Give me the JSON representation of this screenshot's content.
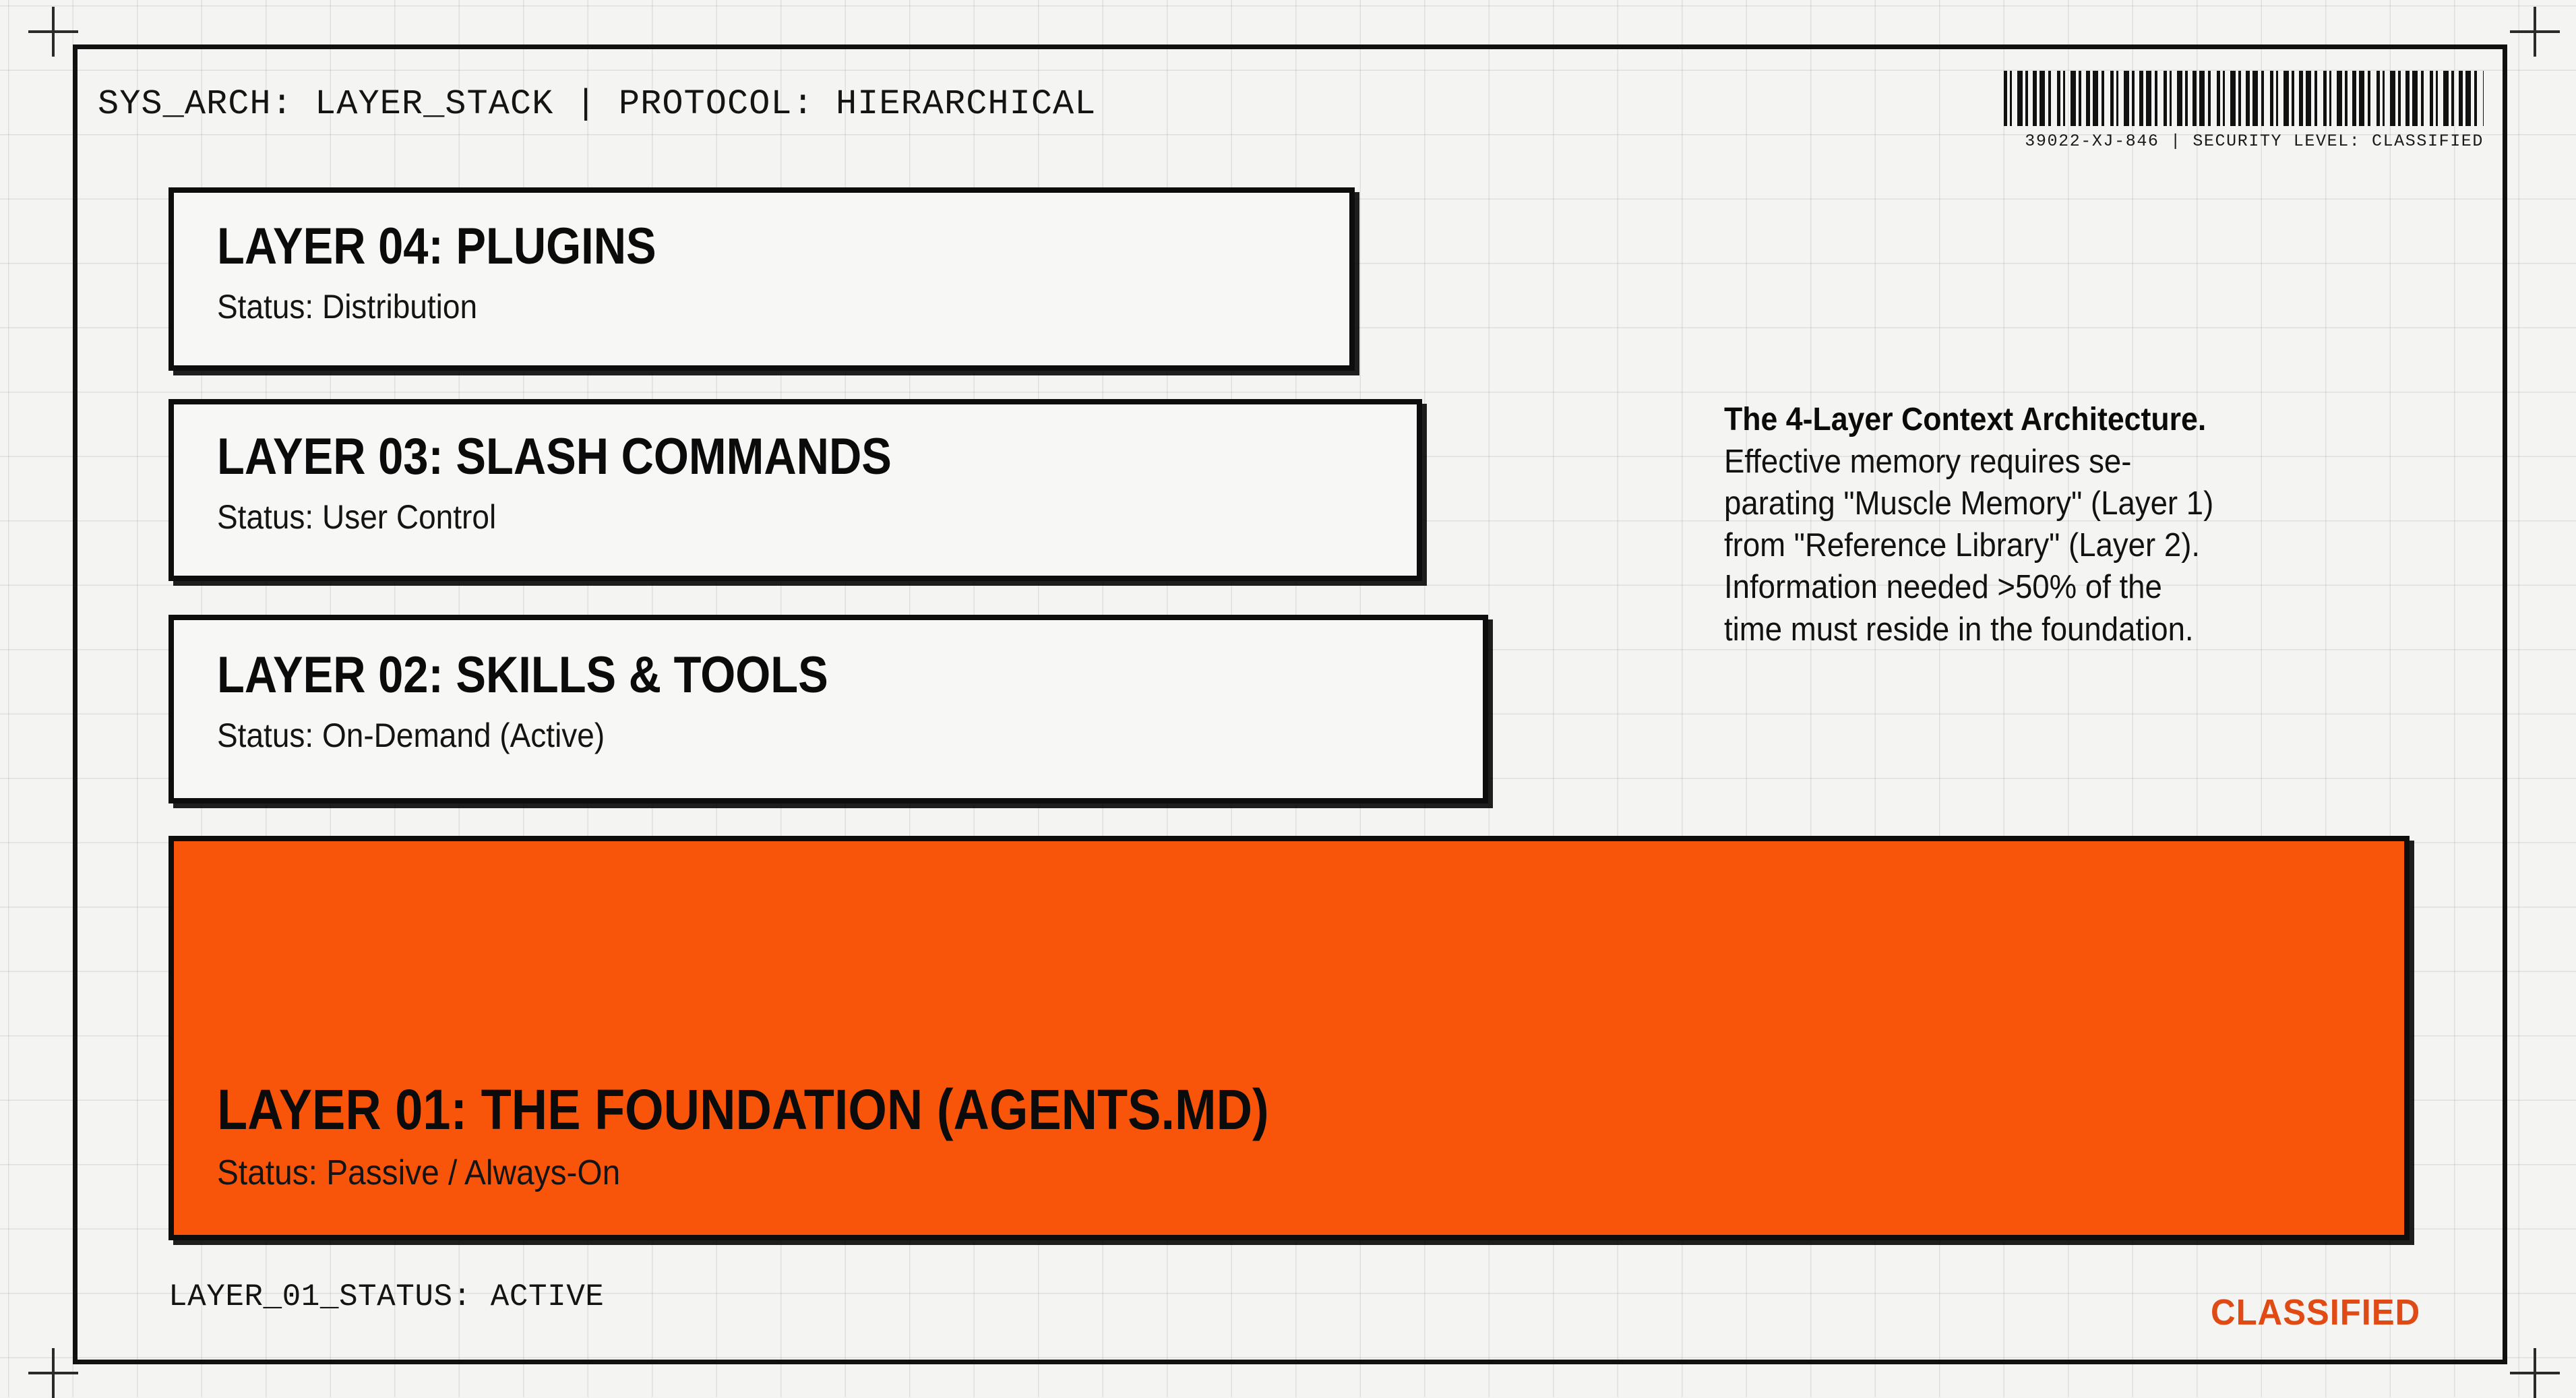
{
  "header": {
    "sys_arch_line": "SYS_ARCH: LAYER_STACK | PROTOCOL: HIERARCHICAL",
    "barcode_caption": "39022-XJ-846 | SECURITY LEVEL: CLASSIFIED"
  },
  "layers": [
    {
      "id": "layer-04",
      "title": "LAYER 04: PLUGINS",
      "status": "Status: Distribution"
    },
    {
      "id": "layer-03",
      "title": "LAYER 03: SLASH COMMANDS",
      "status": "Status: User Control"
    },
    {
      "id": "layer-02",
      "title": "LAYER 02: SKILLS & TOOLS",
      "status": "Status: On-Demand (Active)"
    },
    {
      "id": "layer-01",
      "title": "LAYER 01: THE FOUNDATION (AGENTS.MD)",
      "status": "Status: Passive / Always-On"
    }
  ],
  "description": {
    "heading": "The 4-Layer Context Architecture.",
    "body": "Effective memory requires se-\nparating \"Muscle Memory\" (Layer 1)\nfrom \"Reference Library\" (Layer 2).\nInformation needed >50% of the\ntime must reside in the foundation."
  },
  "footer": {
    "layer_status": "LAYER_01_STATUS: ACTIVE",
    "classified_stamp": "CLASSIFIED"
  },
  "colors": {
    "accent_orange": "#f9550a",
    "stamp_orange": "#e04a14",
    "ink_black": "#0d0d0d",
    "paper": "#f4f4f2"
  }
}
